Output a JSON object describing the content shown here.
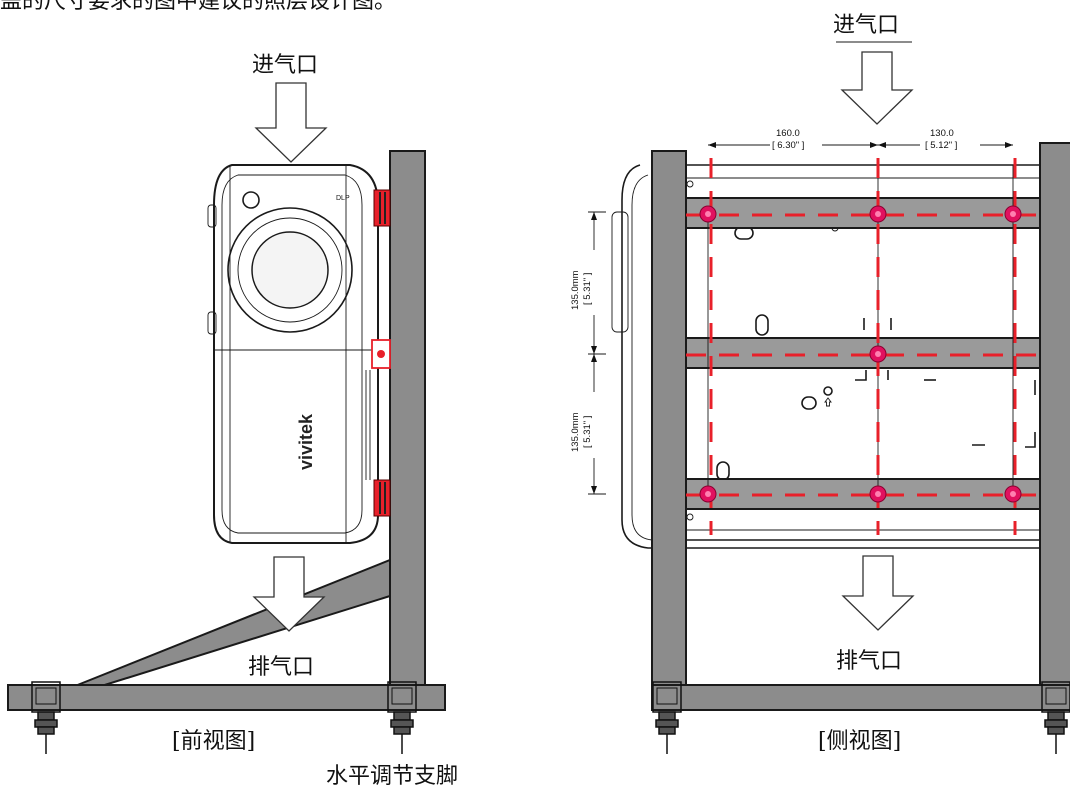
{
  "top_caption": "盖的尺寸要求的图中建议的照层设计图。",
  "front_view": {
    "intake_label": "进气口",
    "exhaust_label": "排气口",
    "view_label": "[前视图]",
    "foot_label": "水平调节支脚",
    "brand_logo": "vivitek"
  },
  "side_view": {
    "intake_label": "进气口",
    "exhaust_label": "排气口",
    "view_label": "[侧视图]",
    "dim_h1_value": "160.0",
    "dim_h1_inch": "[ 6.30\" ]",
    "dim_h2_value": "130.0",
    "dim_h2_inch": "[ 5.12\" ]",
    "dim_v1_value": "135.0mm",
    "dim_v1_inch": "[ 5.31\" ]",
    "dim_v2_value": "135.0mm",
    "dim_v2_inch": "[ 5.31\" ]"
  },
  "colors": {
    "frame": "#8c8c8c",
    "mount_line": "#e8202a",
    "mount_point": "#e0115f"
  }
}
